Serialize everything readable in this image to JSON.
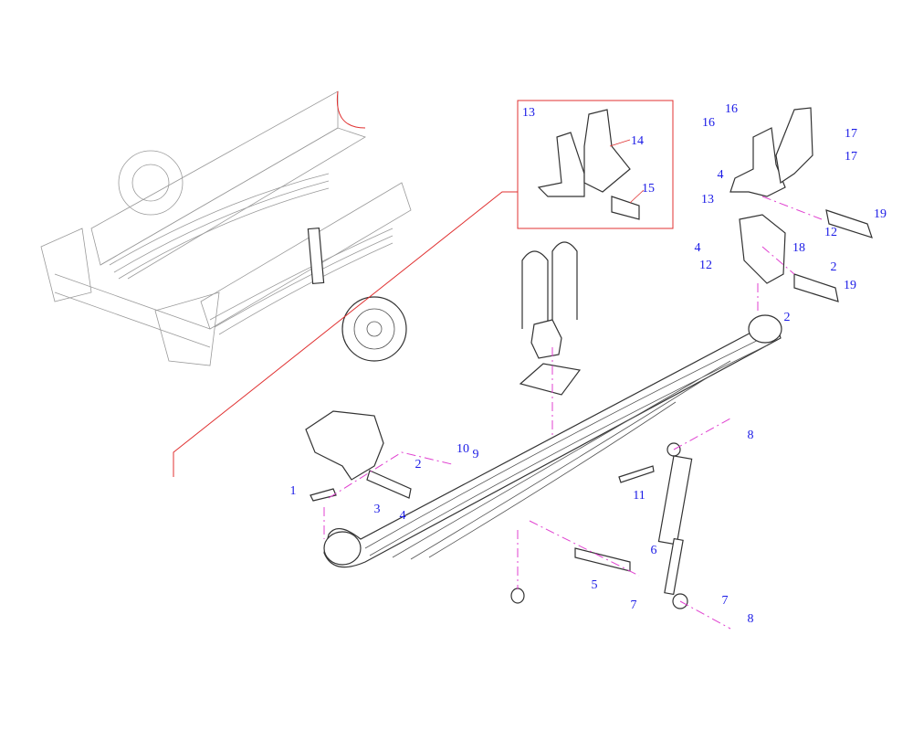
{
  "diagram": {
    "inset_box_labels": [
      "13",
      "14",
      "15"
    ],
    "part_labels": [
      "16",
      "16",
      "17",
      "17",
      "4",
      "13",
      "12",
      "19",
      "4",
      "18",
      "12",
      "2",
      "19",
      "2",
      "8",
      "10",
      "9",
      "2",
      "1",
      "3",
      "4",
      "11",
      "6",
      "5",
      "7",
      "7",
      "8"
    ],
    "colors": {
      "label": "#1a1ae6",
      "leader": "#e03030",
      "centerline": "#e040d0",
      "outline": "#333333"
    }
  }
}
